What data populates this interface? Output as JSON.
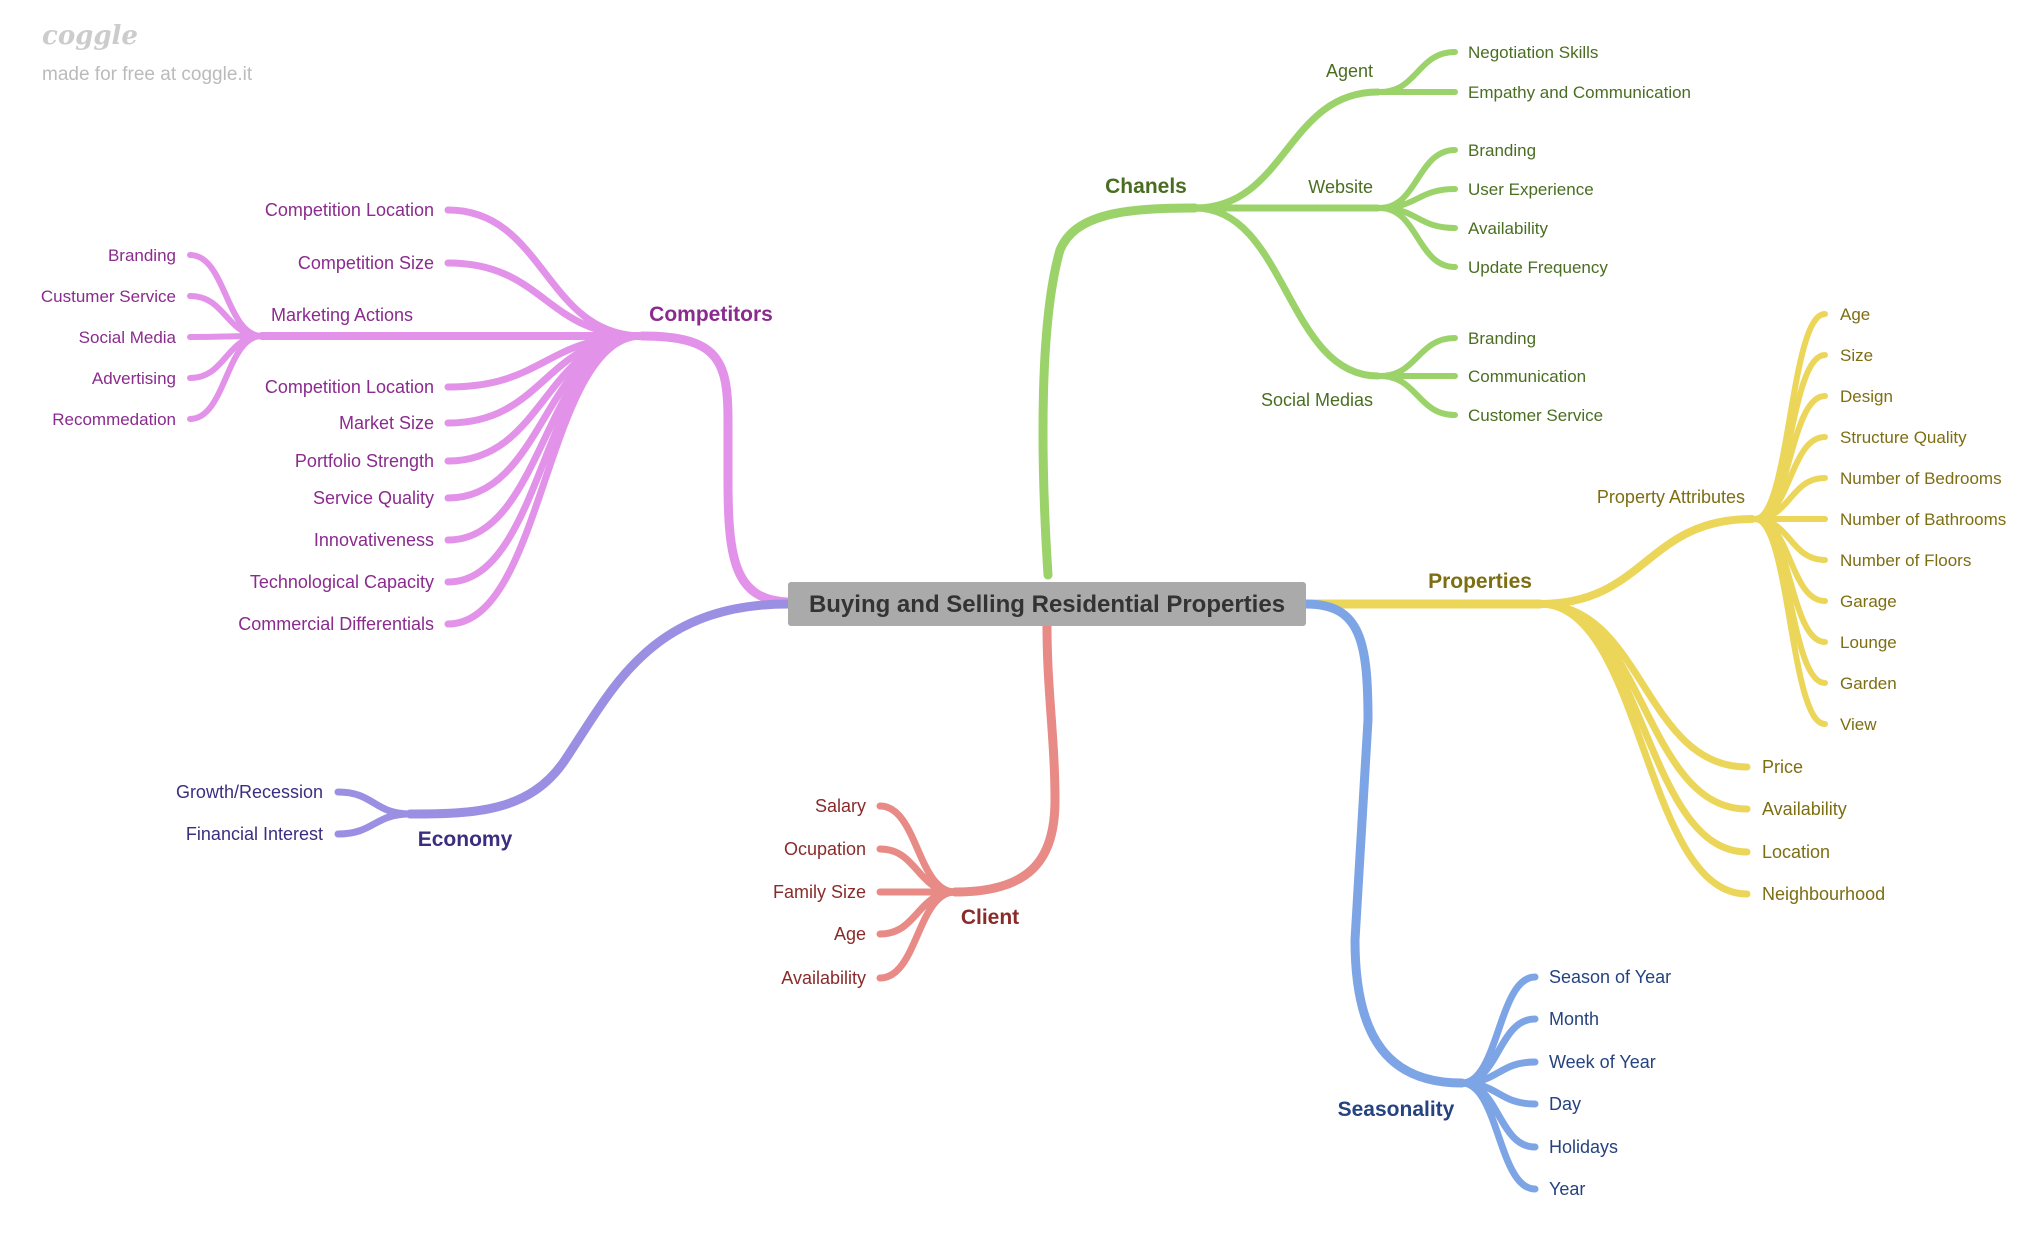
{
  "watermark": {
    "logo": "coggle",
    "tagline": "made for free at coggle.it"
  },
  "root": {
    "label": "Buying and Selling Residential Properties",
    "color": "#aaaaaa"
  },
  "branches": {
    "chanels": {
      "label": "Chanels",
      "color": "#9bd36a",
      "text_color": "#4a6e21",
      "children": [
        {
          "label": "Agent",
          "children": [
            "Negotiation Skills",
            "Empathy and Communication"
          ]
        },
        {
          "label": "Website",
          "children": [
            "Branding",
            "User Experience",
            "Availability",
            "Update Frequency"
          ]
        },
        {
          "label": "Social Medias",
          "children": [
            "Branding",
            "Communication",
            "Customer Service"
          ]
        }
      ]
    },
    "competitors": {
      "label": "Competitors",
      "color": "#e292e8",
      "text_color": "#8a2b8e",
      "children": [
        {
          "label": "Competition Location",
          "children": []
        },
        {
          "label": "Competition Size",
          "children": []
        },
        {
          "label": "Marketing Actions",
          "children": [
            "Branding",
            "Custumer Service",
            "Social Media",
            "Advertising",
            "Recommedation"
          ]
        },
        {
          "label": "Competition Location",
          "children": []
        },
        {
          "label": "Market Size",
          "children": []
        },
        {
          "label": "Portfolio Strength",
          "children": []
        },
        {
          "label": "Service Quality",
          "children": []
        },
        {
          "label": "Innovativeness",
          "children": []
        },
        {
          "label": "Technological Capacity",
          "children": []
        },
        {
          "label": "Commercial Differentials",
          "children": []
        }
      ]
    },
    "properties": {
      "label": "Properties",
      "color": "#ebd65a",
      "text_color": "#7d6e12",
      "children": [
        {
          "label": "Property Attributes",
          "children": [
            "Age",
            "Size",
            "Design",
            "Structure Quality",
            "Number of Bedrooms",
            "Number of Bathrooms",
            "Number of Floors",
            "Garage",
            "Lounge",
            "Garden",
            "View"
          ]
        },
        {
          "label": "Price",
          "children": []
        },
        {
          "label": "Availability",
          "children": []
        },
        {
          "label": "Location",
          "children": []
        },
        {
          "label": "Neighbourhood",
          "children": []
        }
      ]
    },
    "economy": {
      "label": "Economy",
      "color": "#9b8fe3",
      "text_color": "#3b2e80",
      "children": [
        {
          "label": "Growth/Recession",
          "children": []
        },
        {
          "label": "Financial Interest",
          "children": []
        }
      ]
    },
    "client": {
      "label": "Client",
      "color": "#e88a86",
      "text_color": "#8a2b2b",
      "children": [
        {
          "label": "Salary",
          "children": []
        },
        {
          "label": "Ocupation",
          "children": []
        },
        {
          "label": "Family Size",
          "children": []
        },
        {
          "label": "Age",
          "children": []
        },
        {
          "label": "Availability",
          "children": []
        }
      ]
    },
    "seasonality": {
      "label": "Seasonality",
      "color": "#7da5e6",
      "text_color": "#254380",
      "children": [
        {
          "label": "Season of Year",
          "children": []
        },
        {
          "label": "Month",
          "children": []
        },
        {
          "label": "Week of Year",
          "children": []
        },
        {
          "label": "Day",
          "children": []
        },
        {
          "label": "Holidays",
          "children": []
        },
        {
          "label": "Year",
          "children": []
        }
      ]
    }
  }
}
